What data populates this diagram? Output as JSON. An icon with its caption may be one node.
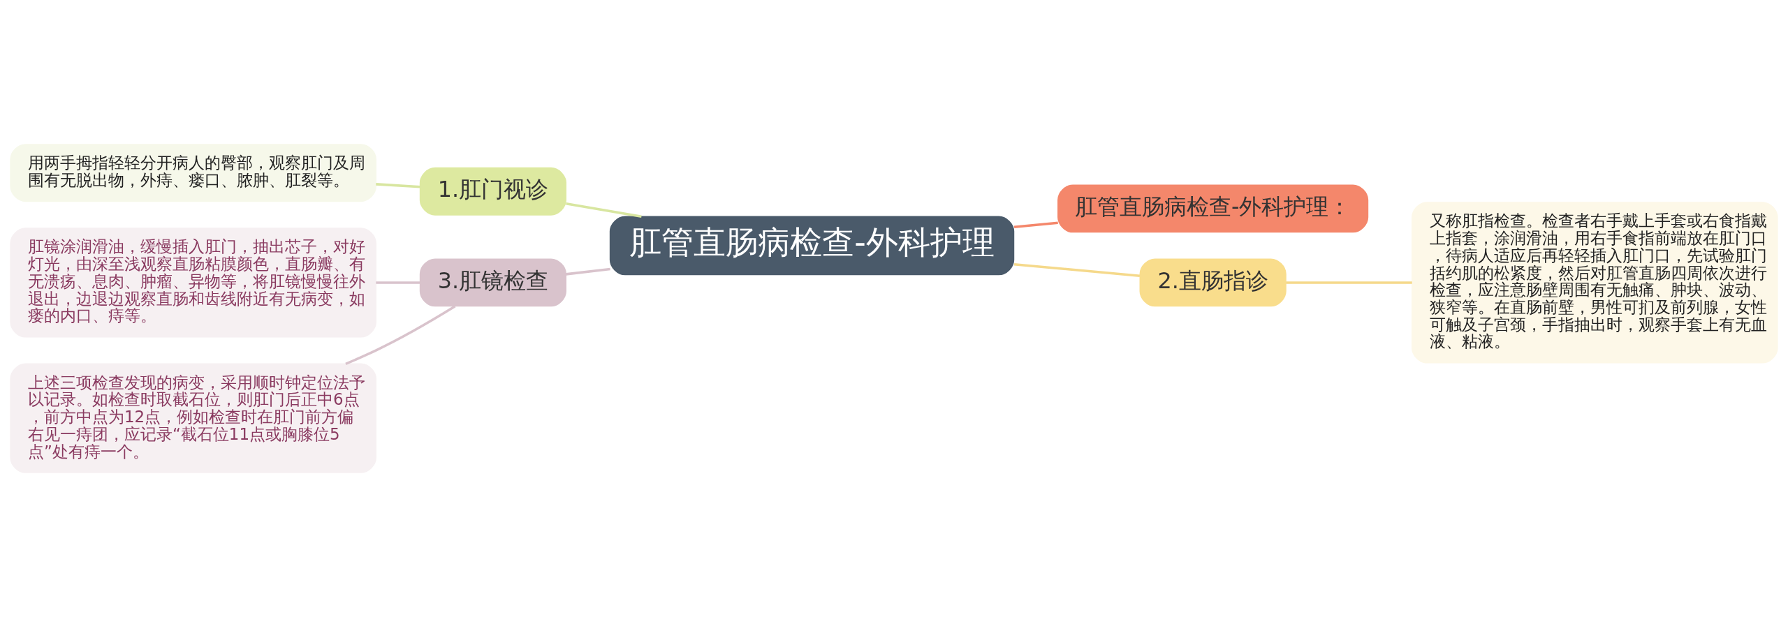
{
  "diagram": {
    "nodes": [
      {
        "text": [
          "肛管直肠病检查-外科护理"
        ]
      },
      {
        "text": [
          "肛管直肠病检查-外科护理："
        ]
      },
      {
        "text": [
          "2.直肠指诊"
        ]
      },
      {
        "text": [
          "又称肛指检查。检查者右手戴上手套或右食指戴上指套，涂润滑油，用右手食指前端放在肛门口，待病人适应后再轻轻插入肛门口，先试验肛门括约肌的松紧度，然后对肛管直肠四周依次进行检查，应注意肠壁周围有无触痛、肿块、波动、狭窄等。在直肠前壁，男性可扪及前列腺，女性可触及子宫颈，手指抽出时，观察手套上有无血液、粘液。"
        ]
      },
      {
        "text": [
          "1.肛门视诊"
        ]
      },
      {
        "text": [
          "用两手拇指轻轻分开病人的臀部，观察肛门及周围有无脱出物，外痔、瘘口、脓肿、肛裂等。"
        ]
      },
      {
        "text": [
          "3.肛镜检查"
        ]
      },
      {
        "text": [
          "肛镜涂润滑油，缓慢插入肛门，抽出芯子，对好灯光，由深至浅观察直肠粘膜颜色，直肠瓣、有无溃疡、息肉、肿瘤、异物等，将肛镜慢慢往外退出，边退边观察直肠和齿线附近有无病变，如瘘的内口、痔等。"
        ]
      },
      {
        "text": [
          "上述三项检查发现的病变，采用顺时钟定位法予以记录。如检查时取截石位，则肛门后正中6点，前方中点为12点，例如检查时在肛门前方偏右见一痔团，应记录“截石位11点或胸膝位5点”处有痔一个。"
        ]
      }
    ],
    "edges": [
      {
        "from": 0,
        "to": 1,
        "arrow": "none",
        "color": "#f4876b"
      },
      {
        "from": 0,
        "to": 2,
        "arrow": "none",
        "color": "#f5d98b"
      },
      {
        "from": 2,
        "to": 3,
        "arrow": "none",
        "color": "#f5d98b"
      },
      {
        "from": 4,
        "to": 0,
        "arrow": "none",
        "color": "#d8e6a0"
      },
      {
        "from": 5,
        "to": 4,
        "arrow": "none",
        "color": "#d8e6a0"
      },
      {
        "from": 6,
        "to": 0,
        "arrow": "none"
      },
      {
        "from": 7,
        "to": 6,
        "arrow": "none"
      },
      {
        "from": 8,
        "to": 6,
        "arrow": "none"
      }
    ]
  }
}
